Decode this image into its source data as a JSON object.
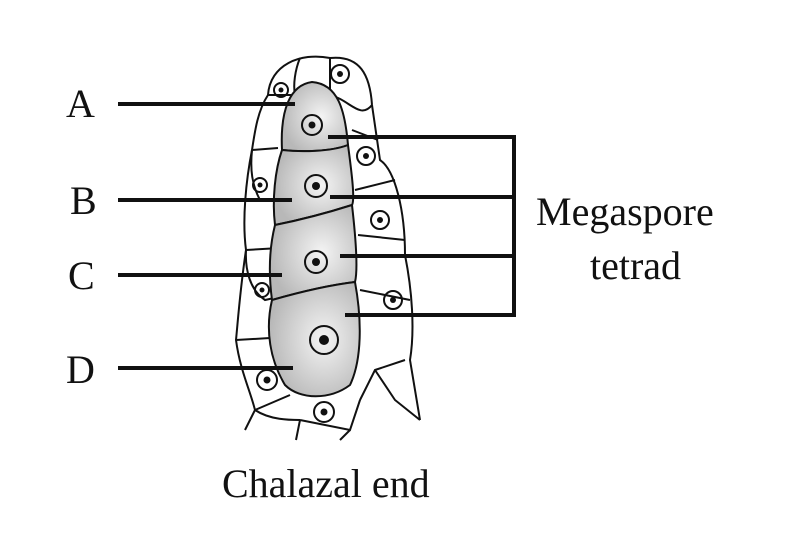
{
  "labels": {
    "a": "A",
    "b": "B",
    "c": "C",
    "d": "D"
  },
  "bracket_label_line1": "Megaspore",
  "bracket_label_line2": "tetrad",
  "caption": "Chalazal end"
}
